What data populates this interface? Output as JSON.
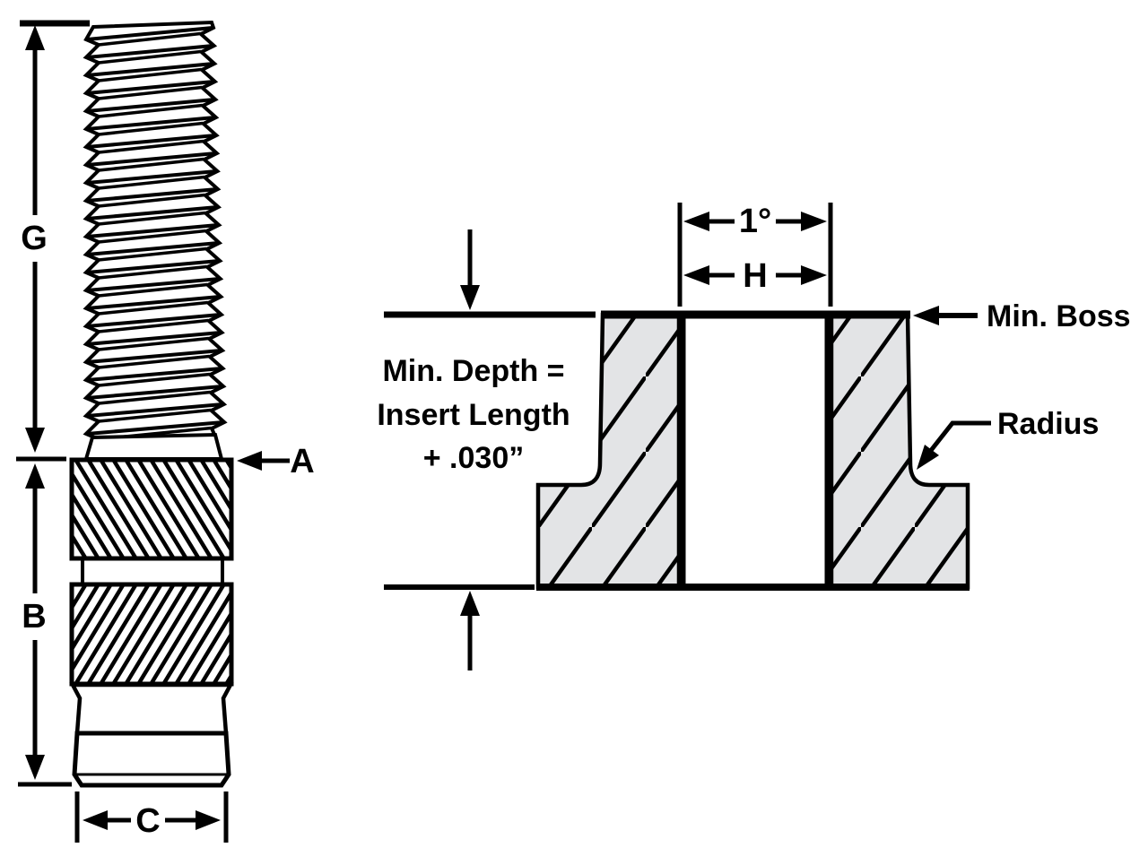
{
  "diagram": {
    "description": "Threaded insert side view with installation boss cross-section",
    "ink_color": "#000000",
    "background": "#ffffff",
    "section_fill": "#e3e4e6"
  },
  "insert_view": {
    "dim_thread_length": "G",
    "dim_body_length": "B",
    "dim_pilot_diameter": "C",
    "callout_shoulder": "A"
  },
  "boss_view": {
    "dim_draft_angle": "1°",
    "dim_hole_diameter": "H",
    "callout_min_boss": "Min. Boss",
    "callout_radius": "Radius",
    "note_line1": "Min. Depth =",
    "note_line2": "Insert Length",
    "note_line3": "+ .030”"
  }
}
